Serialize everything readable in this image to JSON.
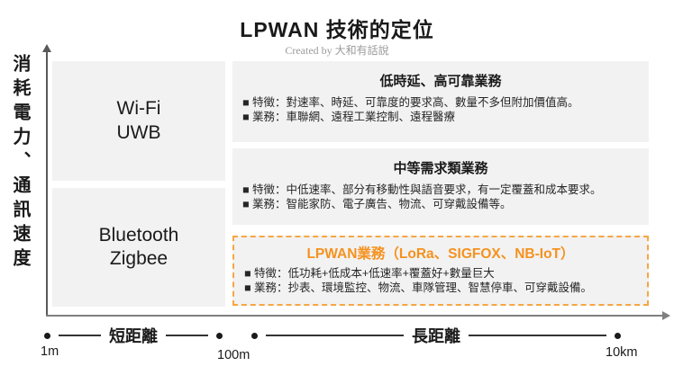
{
  "title": "LPWAN 技術的定位",
  "subtitle": "Created by 大和有話說",
  "y_axis": {
    "label": "消耗電力、通訊速度"
  },
  "left_boxes": [
    {
      "lines": [
        "Wi-Fi",
        "UWB"
      ]
    },
    {
      "lines": [
        "Bluetooth",
        "Zigbee"
      ]
    }
  ],
  "right_boxes": [
    {
      "title": "低時延、高可靠業務",
      "bullets": [
        "■ 特徵：對速率、時延、可靠度的要求高、數量不多但附加價值高。",
        "■ 業務：車聯網、遠程工業控制、遠程醫療"
      ]
    },
    {
      "title": "中等需求類業務",
      "bullets": [
        "■ 特徵：中低速率、部分有移動性與語音要求，有一定覆蓋和成本要求。",
        "■ 業務：智能家防、電子廣告、物流、可穿戴設備等。"
      ]
    },
    {
      "title": "LPWAN業務（LoRa、SIGFOX、NB-IoT）",
      "bullets": [
        "■ 特徵：低功耗+低成本+低速率+覆蓋好+數量巨大",
        "■ 業務：抄表、環境監控、物流、車隊管理、智慧停車、可穿戴設備。"
      ]
    }
  ],
  "x_axis": {
    "ranges": [
      {
        "label": "短距離"
      },
      {
        "label": "長距離"
      }
    ],
    "ticks": [
      "1m",
      "100m",
      "10km"
    ]
  },
  "colors": {
    "accent_orange_text": "#f5921e",
    "accent_orange_border": "#f6a643",
    "box_gray": "#f2f2f2"
  }
}
